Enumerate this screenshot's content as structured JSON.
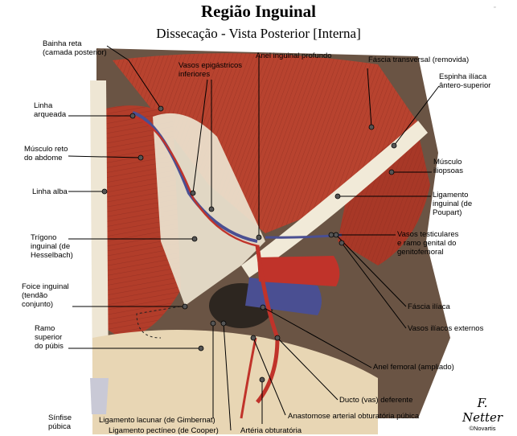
{
  "title": "Região Inguinal",
  "subtitle": "Dissecação - Vista Posterior [Interna]",
  "labels": {
    "bainha_reta": "Bainha reta\n(camada posterior)",
    "linha_arqueada": "Linha\narqueada",
    "musculo_reto": "Músculo reto\ndo abdome",
    "linha_alba": "Linha alba",
    "trigono": "Trígono\ninguinal (de\nHesselbach)",
    "foice": "Foice inguinal\n(tendão\nconjunto)",
    "ramo_superior": "Ramo\nsuperior\ndo púbis",
    "sinfise": "Sínfise\npúbica",
    "lig_lacunar": "Ligamento lacunar (de Gimbernat)",
    "lig_pectineo": "Ligamento pectíneo (de Cooper)",
    "arteria_obturatoria": "Artéria obturatória",
    "anastomose": "Anastomose arterial obturatória púbica",
    "ducto": "Ducto (vas) deferente",
    "anel_femoral": "Anel femoral (ampliado)",
    "vasos_iliacos": "Vasos ilíacos externos",
    "fascia_iliaca": "Fáscia ilíaca",
    "vasos_testiculares": "Vasos testiculares\ne ramo genital do\ngenitofemoral",
    "lig_inguinal": "Ligamento\ninguinal (de\nPoupart)",
    "musculo_iliopsoas": "Músculo\niliopsoas",
    "espinha": "Espinha ilíaca\nântero-superior",
    "fascia_transversal": "Fáscia transversal (removida)",
    "anel_inguinal": "Anel inguinal profundo",
    "vasos_epigastricos": "Vasos epigástricos\ninferiores"
  },
  "signature": "F. Netter",
  "copyright": "©Novartis",
  "icons": {
    "illustration": "inguinal-dissection-illustration",
    "pointer": "leader-line-dot"
  },
  "colors": {
    "muscle": "#b8432f",
    "muscle_dark": "#8a2a1e",
    "fascia": "#ece3cf",
    "artery": "#c0332a",
    "vein": "#4a4f92",
    "bone": "#e8d6b4",
    "shadow": "#5a4a3c"
  }
}
